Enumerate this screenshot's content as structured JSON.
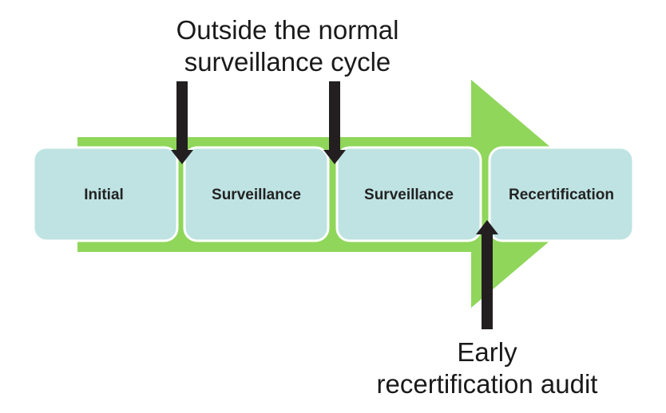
{
  "colors": {
    "arrow_fill": "#8fd65a",
    "box_fill": "#bfe3e3",
    "box_stroke": "#ffffff",
    "pointer": "#231f20",
    "text": "#1a1a1a"
  },
  "stages": [
    {
      "label": "Initial"
    },
    {
      "label": "Surveillance"
    },
    {
      "label": "Surveillance"
    },
    {
      "label": "Recertification"
    }
  ],
  "annotations": {
    "top": {
      "line1": "Outside the normal",
      "line2": "surveillance cycle"
    },
    "bottom": {
      "line1": "Early",
      "line2": "recertification audit"
    }
  }
}
